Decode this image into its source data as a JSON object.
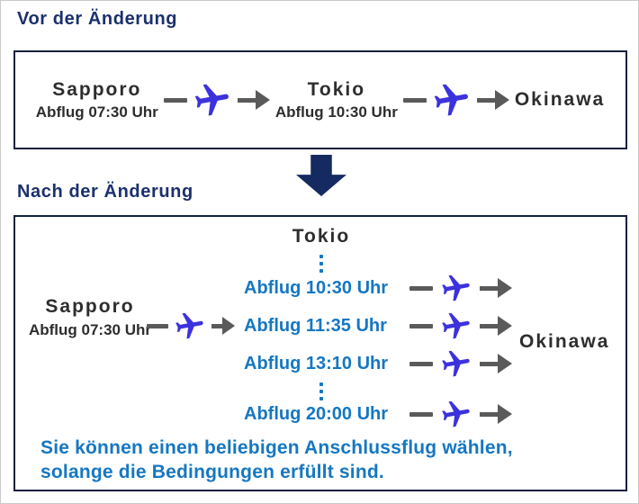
{
  "colors": {
    "heading_navy": "#1b306d",
    "box_border_navy": "#13203f",
    "down_arrow_navy": "#152a61",
    "link_blue": "#1577c2",
    "plane_blue": "#3c32dd",
    "arrow_gray": "#5a5a5a",
    "text_dark": "#2d2d2d"
  },
  "icons": {
    "plane": "airplane-icon",
    "flow_arrow": "right-arrow-icon",
    "section_arrow": "down-arrow-icon",
    "ellipsis": "vertical-dots-icon"
  },
  "before_section": {
    "heading": "Vor der Änderung",
    "origin": {
      "city": "Sapporo",
      "time": "Abflug 07:30 Uhr"
    },
    "hub": {
      "city": "Tokio",
      "time": "Abflug 10:30 Uhr"
    },
    "destination": {
      "city": "Okinawa"
    }
  },
  "after_section": {
    "heading": "Nach der Änderung",
    "origin": {
      "city": "Sapporo",
      "time": "Abflug 07:30 Uhr"
    },
    "hub": {
      "city": "Tokio"
    },
    "connection_options": [
      "Abflug 10:30 Uhr",
      "Abflug 11:35 Uhr",
      "Abflug 13:10 Uhr",
      "Abflug 20:00 Uhr"
    ],
    "destination": {
      "city": "Okinawa"
    },
    "note": {
      "line1": "Sie können einen beliebigen Anschlussflug wählen,",
      "line2": "solange die Bedingungen erfüllt sind."
    }
  }
}
